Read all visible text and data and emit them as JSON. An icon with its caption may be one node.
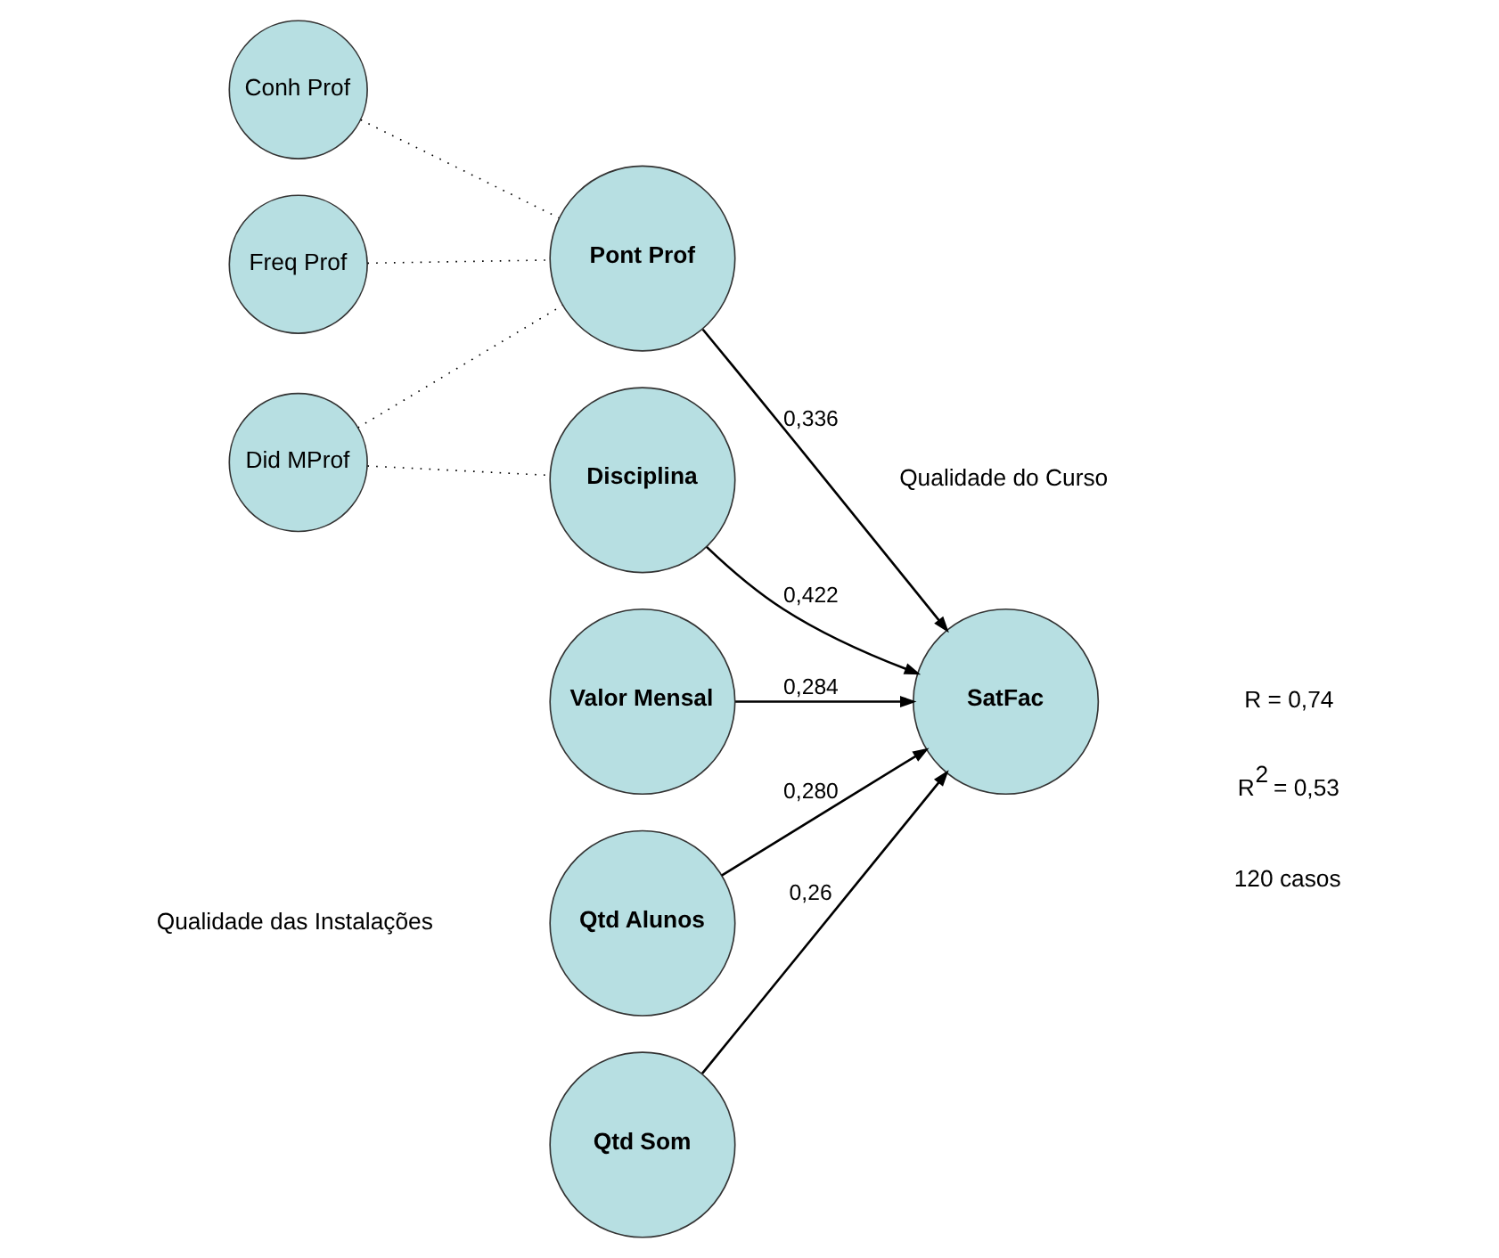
{
  "diagram": {
    "nodes": [
      {
        "text": [
          "Qtd Alunos"
        ]
      },
      {
        "text": [
          "Qtd Som"
        ]
      },
      {
        "text": [
          "Valor Mensal"
        ]
      },
      {
        "text": [
          "SatFac"
        ]
      },
      {
        "text": [
          "Freq Prof"
        ]
      },
      {
        "text": [
          "Pont Prof"
        ]
      },
      {
        "text": [
          "Did MProf"
        ]
      },
      {
        "text": [
          "Conh Prof"
        ]
      },
      {
        "text": [
          "Disciplina"
        ]
      }
    ],
    "edges": [
      {
        "from": 0,
        "to": 3,
        "arrow": "to",
        "label": "0,280"
      },
      {
        "from": 1,
        "to": 3,
        "arrow": "to",
        "label": "0,26"
      },
      {
        "from": 2,
        "to": 3,
        "arrow": "to",
        "label": "0,284"
      },
      {
        "from": 5,
        "to": 3,
        "arrow": "to",
        "label": "0,336"
      },
      {
        "from": 8,
        "to": 3,
        "arrow": "to",
        "label": "0,422"
      },
      {
        "from": 4,
        "to": 5,
        "arrow": "none",
        "style": "dashed"
      },
      {
        "from": 6,
        "to": 5,
        "arrow": "none",
        "style": "dashed"
      },
      {
        "from": 7,
        "to": 5,
        "arrow": "none",
        "style": "dashed"
      },
      {
        "from": 6,
        "to": 8,
        "arrow": "none",
        "style": "dashed"
      }
    ],
    "labels": [
      "Qualidade das Instalações",
      "R = 0,74",
      "R$^{2}$ = 0,53",
      "120 casos",
      "Qualidade do Curso"
    ]
  }
}
